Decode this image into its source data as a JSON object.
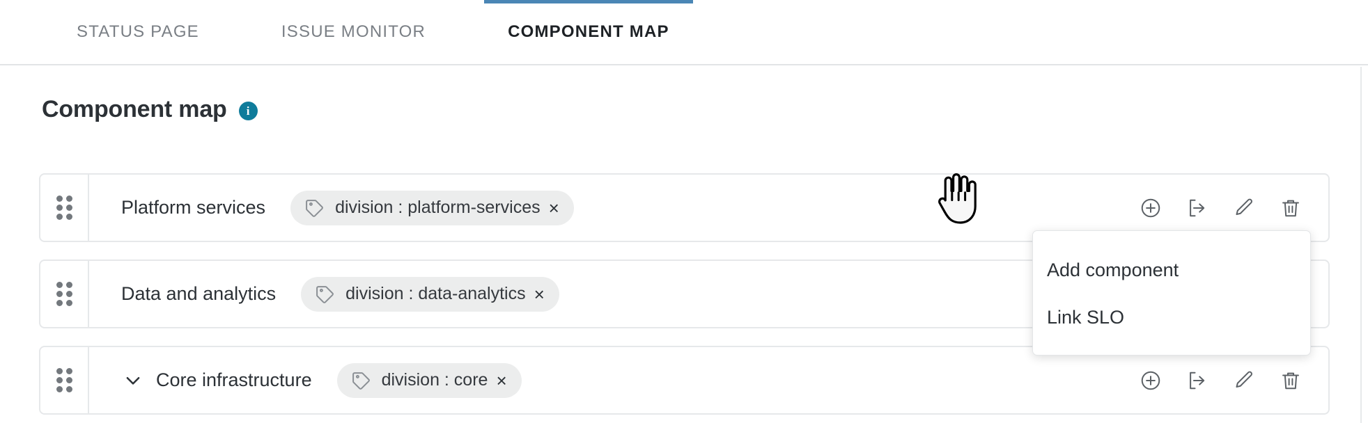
{
  "tabs": [
    {
      "label": "STATUS PAGE",
      "active": false
    },
    {
      "label": "ISSUE MONITOR",
      "active": false
    },
    {
      "label": "COMPONENT MAP",
      "active": true
    }
  ],
  "header": {
    "title": "Component map",
    "info_tooltip_glyph": "i"
  },
  "colors": {
    "active_tab_underline": "#4a86b5",
    "info_icon_bg": "#0f7c9b",
    "chip_bg": "#eceded",
    "card_border": "#e6e8ea",
    "text_primary": "#2c3136",
    "text_muted": "#7a7f85"
  },
  "rows": [
    {
      "name": "Platform services",
      "has_chevron": false,
      "chip": {
        "label": "division : platform-services",
        "remove_glyph": "×"
      },
      "actions": [
        "add-circle-icon",
        "link-out-icon",
        "edit-pencil-icon",
        "trash-icon"
      ]
    },
    {
      "name": "Data and analytics",
      "has_chevron": false,
      "chip": {
        "label": "division : data-analytics",
        "remove_glyph": "×"
      },
      "actions": [
        "add-circle-icon",
        "link-out-icon",
        "edit-pencil-icon",
        "trash-icon"
      ]
    },
    {
      "name": "Core infrastructure",
      "has_chevron": true,
      "chip": {
        "label": "division : core",
        "remove_glyph": "×"
      },
      "actions": [
        "add-circle-icon",
        "link-out-icon",
        "edit-pencil-icon",
        "trash-icon"
      ]
    }
  ],
  "dropdown": {
    "visible": true,
    "items": [
      {
        "label": "Add component"
      },
      {
        "label": "Link SLO"
      }
    ]
  }
}
